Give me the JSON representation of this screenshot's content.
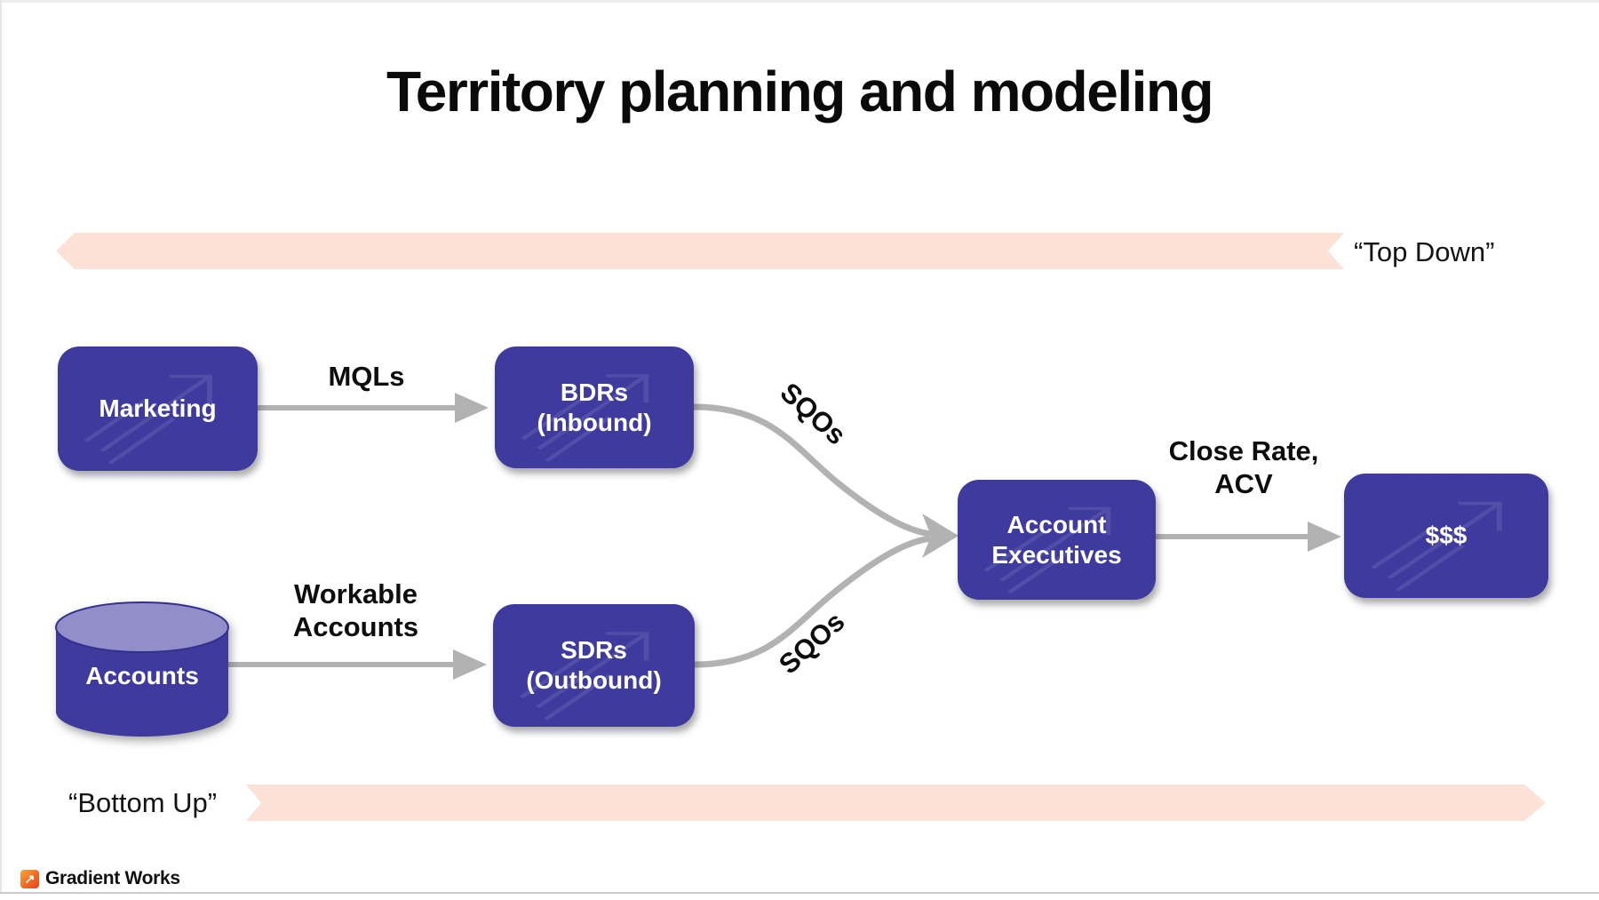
{
  "title": "Territory planning and modeling",
  "colors": {
    "node_fill": "#3e3a9e",
    "cylinder_top": "#918ec9",
    "band_fill": "#fce1d6",
    "arrow_color": "#b2b2b2",
    "text_dark": "#0d0d0d"
  },
  "bands": {
    "top_label": "“Top Down”",
    "bottom_label": "“Bottom Up”"
  },
  "nodes": {
    "marketing": {
      "label": "Marketing"
    },
    "bdrs": {
      "line1": "BDRs",
      "line2": "(Inbound)"
    },
    "accounts": {
      "label": "Accounts"
    },
    "sdrs": {
      "line1": "SDRs",
      "line2": "(Outbound)"
    },
    "account_executives": {
      "line1": "Account",
      "line2": "Executives"
    },
    "money": {
      "label": "$$$"
    }
  },
  "edges": {
    "mqls": "MQLs",
    "workable": {
      "line1": "Workable",
      "line2": "Accounts"
    },
    "sqos_top": "SQOs",
    "sqos_bottom": "SQOs",
    "close": {
      "line1": "Close Rate,",
      "line2": "ACV"
    }
  },
  "footer": {
    "brand": "Gradient Works",
    "logo_glyph": "↗"
  }
}
